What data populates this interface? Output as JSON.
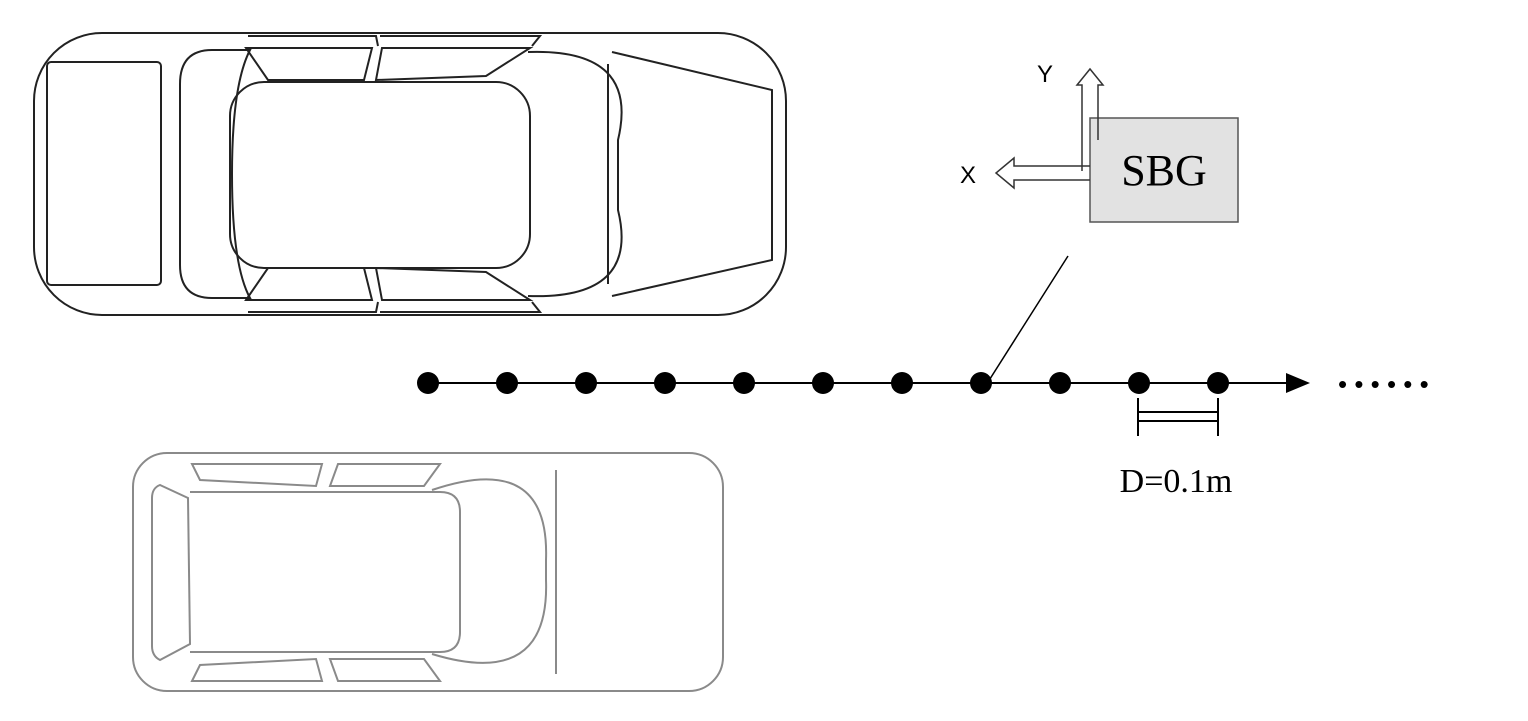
{
  "diagram": {
    "sensor_label": "SBG",
    "axis_x_label": "X",
    "axis_y_label": "Y",
    "spacing_label": "D=0.1m",
    "continuation_text": "• • • • • •",
    "sample_points_count": 11,
    "colors": {
      "line": "#000000",
      "car_primary": "#222222",
      "car_secondary": "#8a8a8a",
      "sensor_fill": "#e2e2e2"
    }
  }
}
